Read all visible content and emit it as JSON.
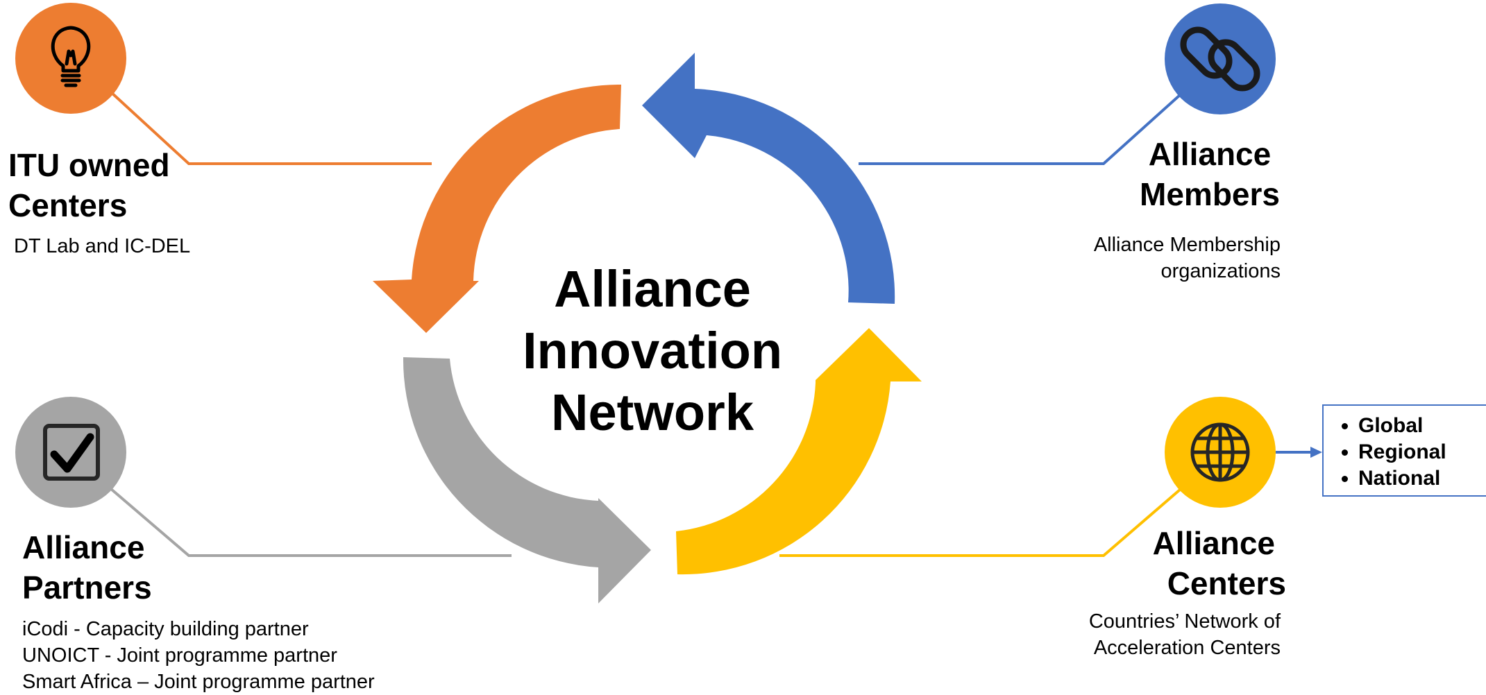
{
  "title": [
    "Alliance",
    "Innovation",
    "Network"
  ],
  "colors": {
    "orange": "#ED7D31",
    "blue": "#4472C4",
    "gray": "#A5A5A5",
    "yellow": "#FFC000"
  },
  "nodes": {
    "itu": {
      "heading": [
        "ITU owned",
        "Centers"
      ],
      "description": [
        "DT Lab and IC-DEL"
      ],
      "icon": "lightbulb-icon"
    },
    "members": {
      "heading": [
        "Alliance",
        "Members"
      ],
      "description": [
        "Alliance Membership",
        "organizations"
      ],
      "icon": "link-icon"
    },
    "partners": {
      "heading": [
        "Alliance",
        "Partners"
      ],
      "description": [
        "iCodi - Capacity building  partner",
        "UNOICT -  Joint programme partner",
        "Smart Africa – Joint programme partner"
      ],
      "icon": "checkbox-icon"
    },
    "centers": {
      "heading": [
        "Alliance",
        "Centers"
      ],
      "description": [
        "Countries’ Network of",
        "Acceleration Centers"
      ],
      "icon": "globe-icon"
    }
  },
  "scope_levels": [
    "Global",
    "Regional",
    "National"
  ]
}
